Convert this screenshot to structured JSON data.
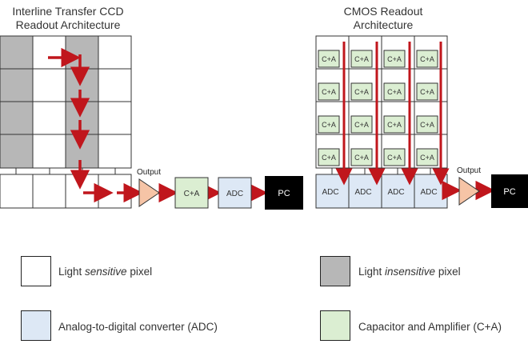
{
  "ccd": {
    "title_line1": "Interline Transfer CCD",
    "title_line2": "Readout Architecture",
    "output_label": "Output",
    "ca_label": "C+A",
    "adc_label": "ADC",
    "pc_label": "PC"
  },
  "cmos": {
    "title_line1": "CMOS Readout",
    "title_line2": "Architecture",
    "output_label": "Output",
    "cell_label": "C+A",
    "adc_labels": [
      "ADC",
      "ADC",
      "ADC",
      "ADC"
    ],
    "pc_label": "PC"
  },
  "legend": {
    "light_sensitive": {
      "prefix": "Light ",
      "emph": "sensitive",
      "suffix": " pixel"
    },
    "light_insensitive": {
      "prefix": "Light ",
      "emph": "insensitive",
      "suffix": " pixel"
    },
    "adc": "Analog-to-digital converter (ADC)",
    "ca": "Capacitor and Amplifier (C+A)"
  },
  "colors": {
    "arrow": "#c0161c",
    "insensitive": "#b7b7b7",
    "adc_fill": "#dde8f5",
    "ca_fill": "#dbeed2",
    "amp_fill": "#f6c4a6",
    "pc_fill": "#000000"
  }
}
